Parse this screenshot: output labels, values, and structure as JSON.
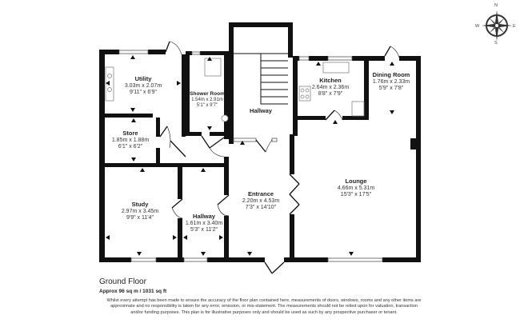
{
  "floor": {
    "title": "Ground Floor",
    "area": "Approx 96 sq m / 1031 sq ft",
    "disclaimer": "Whilst every attempt has been made to ensure the accuracy of the floor plan contained here, measurements of doors, windows, rooms and any other items are approximate and no responsibility is taken for any error, omission, or mis-statement. The measurements should not be relied upon for valuation, transaction and/or funding purposes. This plan is for illustrative purposes only and should be used as such by any prospective purchaser or tenant."
  },
  "compass": {
    "n": "N",
    "e": "E",
    "s": "S",
    "w": "W"
  },
  "rooms": {
    "utility": {
      "name": "Utility",
      "metric": "3.03m x 2.07m",
      "imperial": "9'11\" x 6'9\""
    },
    "shower_room": {
      "name": "Shower Room",
      "metric": "1.54m x 2.91m",
      "imperial": "5'1\" x 9'7\""
    },
    "hallway_upper": {
      "name": "Hallway"
    },
    "kitchen": {
      "name": "Kitchen",
      "metric": "2.64m x 2.36m",
      "imperial": "8'8\" x 7'9\""
    },
    "dining_room": {
      "name": "Dining Room",
      "metric": "1.76m x 2.33m",
      "imperial": "5'9\" x 7'8\""
    },
    "store": {
      "name": "Store",
      "metric": "1.85m x 1.88m",
      "imperial": "6'1\" x 6'2\""
    },
    "study": {
      "name": "Study",
      "metric": "2.97m x 3.45m",
      "imperial": "9'9\" x 11'4\""
    },
    "hallway_lower": {
      "name": "Hallway",
      "metric": "1.61m x 3.40m",
      "imperial": "5'3\" x 11'2\""
    },
    "entrance": {
      "name": "Entrance",
      "metric": "2.20m x 4.53m",
      "imperial": "7'3\" x 14'10\""
    },
    "lounge": {
      "name": "Lounge",
      "metric": "4.66m x 5.31m",
      "imperial": "15'3\" x 17'5\""
    }
  }
}
